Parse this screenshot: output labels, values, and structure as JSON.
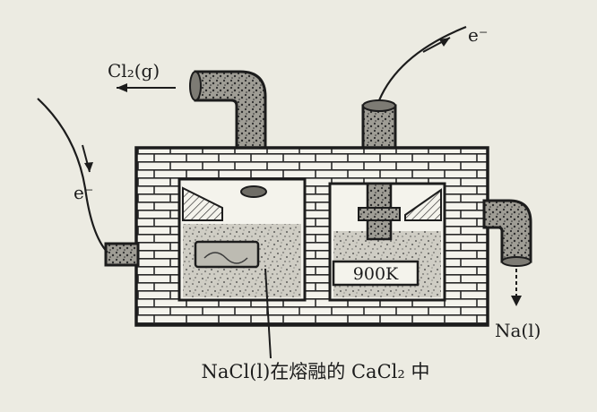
{
  "labels": {
    "chlorine_gas": "Cl₂(g)",
    "electron_top": "e⁻",
    "electron_left": "e⁻",
    "temperature": "900K",
    "sodium_liquid": "Na(l)",
    "caption": "NaCl(l)在熔融的 CaCl₂ 中"
  },
  "colors": {
    "ink": "#1c1c1c",
    "paper": "#ecebe2",
    "brick_face": "#f4f3ec",
    "melt": "#cfcdc4"
  }
}
